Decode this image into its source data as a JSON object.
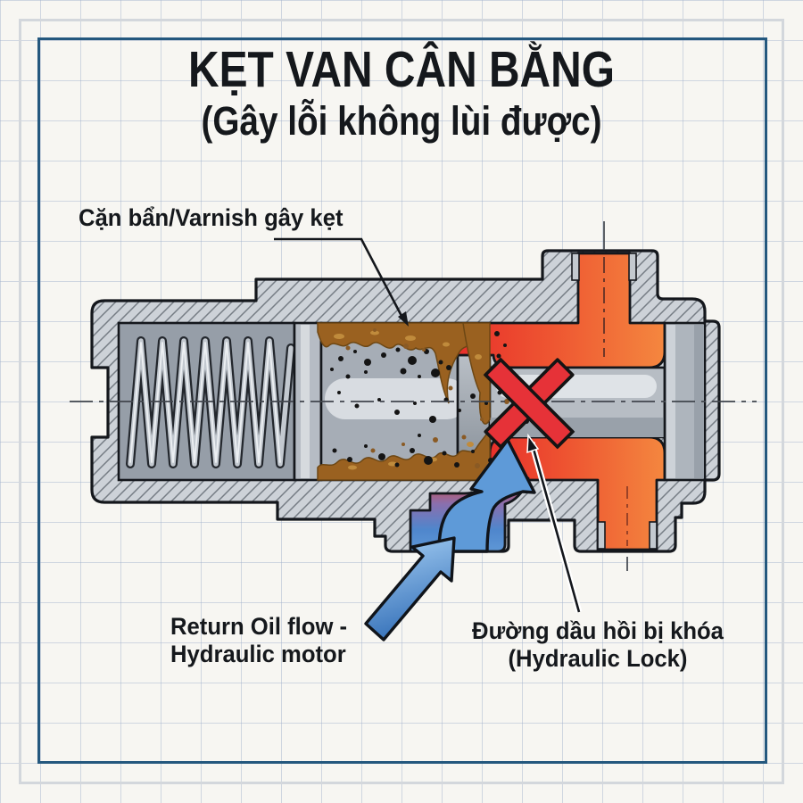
{
  "title": {
    "line1": "KẸT VAN CÂN BẰNG",
    "line2": "(Gây lỗi không lùi được)"
  },
  "labels": {
    "contamination": "Cặn bẩn/Varnish gây kẹt",
    "return_line1": "Return Oil flow -",
    "return_line2": "Hydraulic motor",
    "lock_line1": "Đường dầu hồi bị khóa",
    "lock_line2": "(Hydraulic Lock)"
  },
  "icons": {
    "blocked_x": "red-x-blocked-flow",
    "return_arrow": "blue-flow-arrow",
    "leader_arrows": "black-annotation-arrows"
  },
  "colors": {
    "background": "#f7f6f2",
    "grid_line": "#9eb0cb",
    "frame_blue": "#24587e",
    "frame_gray": "#d3d7dc",
    "body_gray": "#cdd2d8",
    "hatch_line": "#717880",
    "outline_black": "#14171c",
    "bore_gray": "#969ea8",
    "spool_gray": "#b7bdc4",
    "highlight_gray": "#dfe3e7",
    "varnish_brown": "#9a6120",
    "blocked_red": "#e63238",
    "oil_orange": "#f5823a",
    "flow_blue": "#5e97d6"
  }
}
